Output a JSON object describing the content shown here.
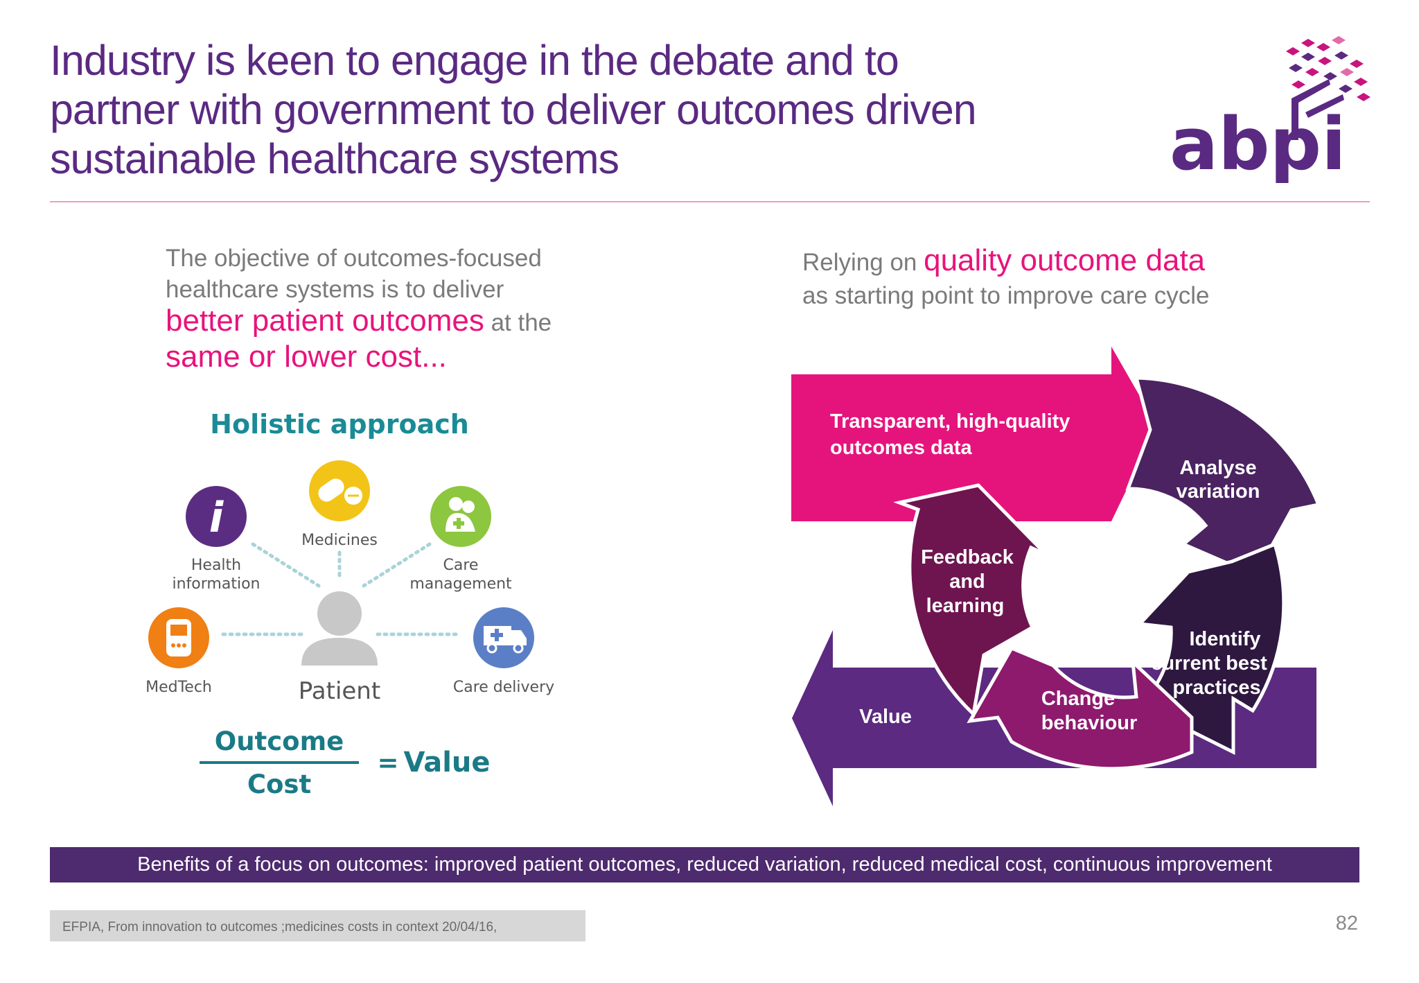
{
  "title": {
    "line1": "Industry is keen to engage in the debate and to",
    "line2": "partner with government to deliver outcomes driven",
    "line3": "sustainable healthcare systems"
  },
  "logo": {
    "text": "abpi",
    "icon": "abpi-tree-logo",
    "color": "#5a2a82",
    "accent": "#c8147d"
  },
  "left": {
    "intro1": "The objective of outcomes-focused",
    "intro2": "healthcare systems is to deliver",
    "highlight1": "better patient outcomes",
    "suffix1": " at the",
    "highlight2": "same or lower cost..."
  },
  "holistic": {
    "title": "Holistic approach",
    "center": "Patient",
    "nodes": [
      {
        "label1": "Health",
        "label2": "information",
        "icon": "info-icon",
        "color": "#5b2d82"
      },
      {
        "label1": "Medicines",
        "label2": "",
        "icon": "pills-icon",
        "color": "#f2c418"
      },
      {
        "label1": "Care",
        "label2": "management",
        "icon": "caregiver-icon",
        "color": "#8dc63f"
      },
      {
        "label1": "MedTech",
        "label2": "",
        "icon": "glucose-meter-icon",
        "color": "#f07f14"
      },
      {
        "label1": "Care delivery",
        "label2": "",
        "icon": "ambulance-icon",
        "color": "#5b7fc6"
      }
    ],
    "formula": {
      "numerator": "Outcome",
      "denominator": "Cost",
      "equals": "=",
      "result": "Value"
    }
  },
  "right": {
    "intro1": "Relying on ",
    "highlight": "quality outcome data",
    "intro2": "as starting point to improve care cycle"
  },
  "cycle": {
    "top_arrow": {
      "line1": "Transparent, high-quality",
      "line2": "outcomes data",
      "color": "#e5147d"
    },
    "bottom_arrow": {
      "label": "Value",
      "color": "#5c2a80"
    },
    "steps": [
      {
        "line1": "Analyse",
        "line2": "variation",
        "line3": "",
        "color": "#4a2360"
      },
      {
        "line1": "Identify",
        "line2": "current best",
        "line3": "practices",
        "color": "#2e1840"
      },
      {
        "line1": "Change",
        "line2": "behaviour",
        "line3": "",
        "color": "#8e1a6e"
      },
      {
        "line1": "Feedback",
        "line2": "and",
        "line3": "learning",
        "color": "#6e1550"
      }
    ]
  },
  "banner": "Benefits of a focus on outcomes: improved patient outcomes, reduced variation, reduced medical cost, continuous improvement",
  "footer": "EFPIA, From innovation to outcomes ;medicines costs in context 20/04/16,",
  "page_number": "82"
}
